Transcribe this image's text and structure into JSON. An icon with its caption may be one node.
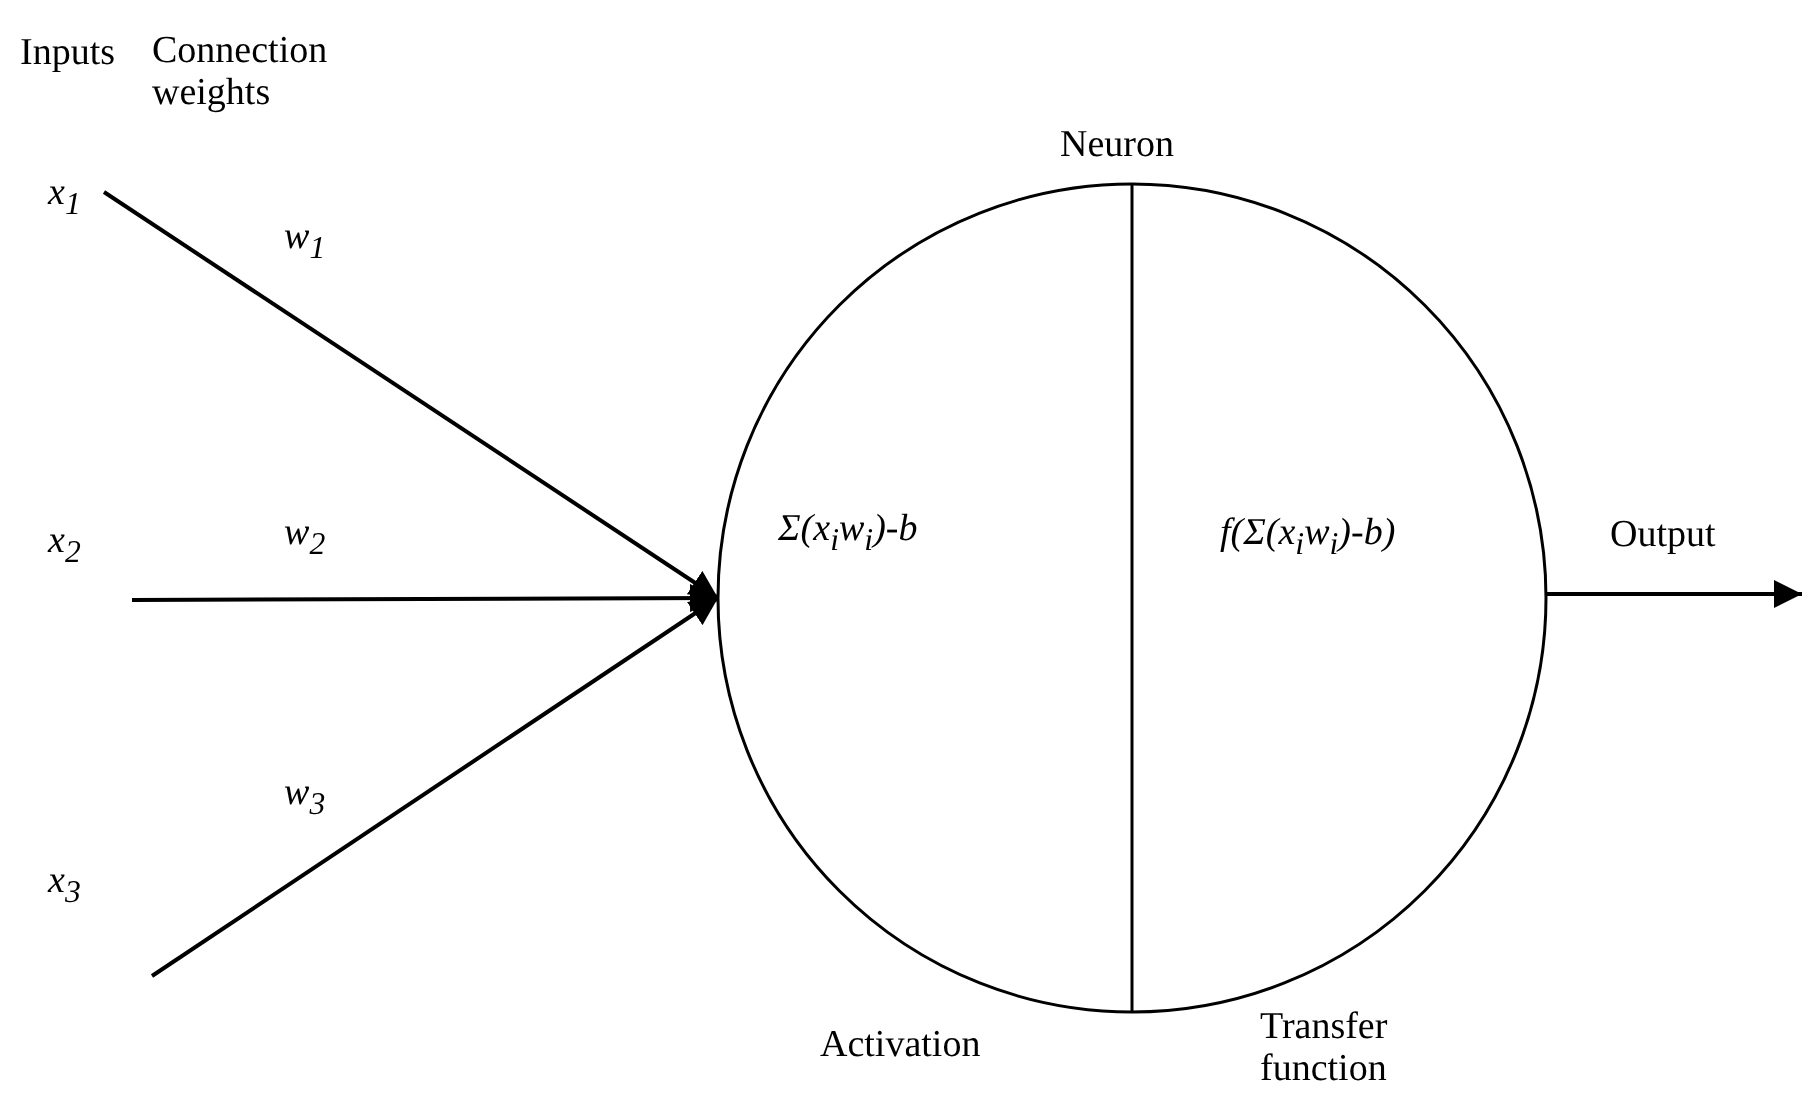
{
  "diagram": {
    "nodes": [
      {
        "text": [
          "x$_{1}$"
        ]
      },
      {
        "text": [
          "x$_{2}$"
        ]
      },
      {
        "text": [
          "x$_{3}$"
        ]
      },
      {
        "text": [
          "Neuron"
        ]
      },
      {
        "text": [
          "Σ(x$_{i}$w$_{i}$)-b"
        ],
        "in": 3
      },
      {
        "text": [
          "f(Σ(x$_{i}$w$_{i}$)-b)"
        ],
        "in": 3
      }
    ],
    "edges": [
      {
        "from": 0,
        "to": 3,
        "arrow": "to",
        "label": "w$_{1}$"
      },
      {
        "from": 1,
        "to": 3,
        "arrow": "to",
        "label": "w$_{2}$"
      },
      {
        "from": 2,
        "to": 3,
        "arrow": "to",
        "label": "w$_{3}$"
      },
      {
        "from": 3,
        "to": null,
        "arrow": "to",
        "label": "Output"
      }
    ],
    "labels": [
      "Inputs",
      "Connection weights",
      "Activation",
      "Transfer function"
    ]
  }
}
